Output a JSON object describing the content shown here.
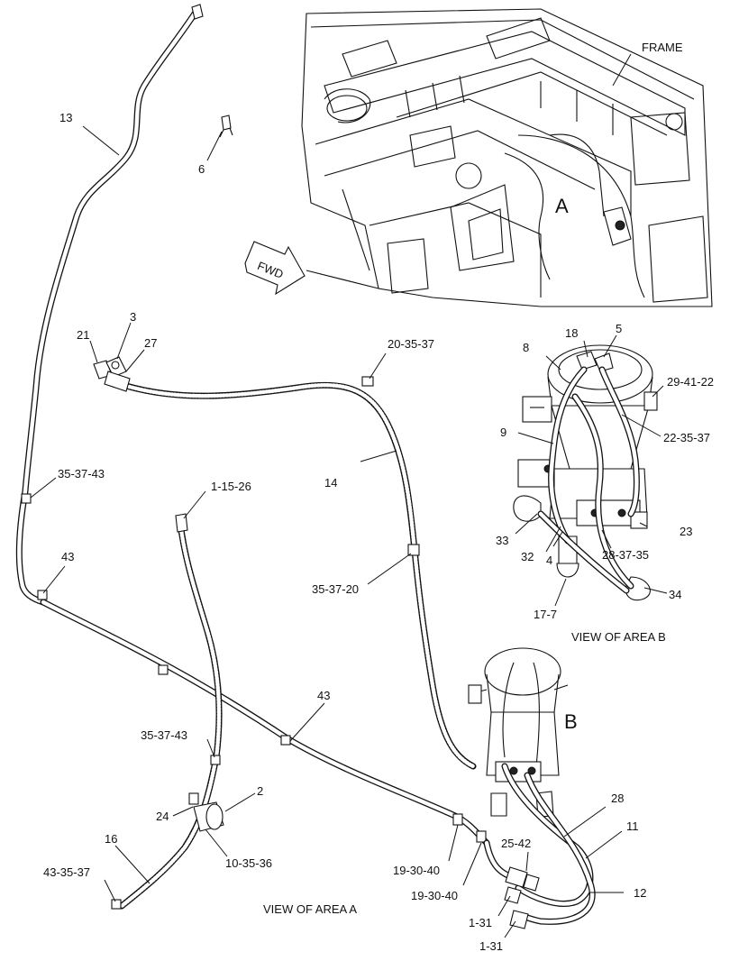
{
  "labels": {
    "frame": "FRAME",
    "fwd": "FWD",
    "area_a": "A",
    "area_b": "B",
    "view_a": "VIEW OF AREA  A",
    "view_b": "VIEW OF AREA  B",
    "p13": "13",
    "p6": "6",
    "p3": "3",
    "p21": "21",
    "p27": "27",
    "p20_35_37": "20-35-37",
    "p8": "8",
    "p18": "18",
    "p5": "5",
    "p29_41_22": "29-41-22",
    "p9": "9",
    "p22_35_37": "22-35-37",
    "p35_37_43_top": "35-37-43",
    "p14": "14",
    "p1_15_26": "1-15-26",
    "p33": "33",
    "p32": "32",
    "p4": "4",
    "p23": "23",
    "p28_37_35": "28-37-35",
    "p43_left": "43",
    "p35_37_20": "35-37-20",
    "p34": "34",
    "p17_7": "17-7",
    "p43_mid": "43",
    "p35_37_43_bot": "35-37-43",
    "p2": "2",
    "p24": "24",
    "p28": "28",
    "p16": "16",
    "p11": "11",
    "p10_35_36": "10-35-36",
    "p25_42": "25-42",
    "p19_30_40_a": "19-30-40",
    "p43_35_37": "43-35-37",
    "p12": "12",
    "p19_30_40_b": "19-30-40",
    "p1_31_a": "1-31",
    "p1_31_b": "1-31"
  }
}
